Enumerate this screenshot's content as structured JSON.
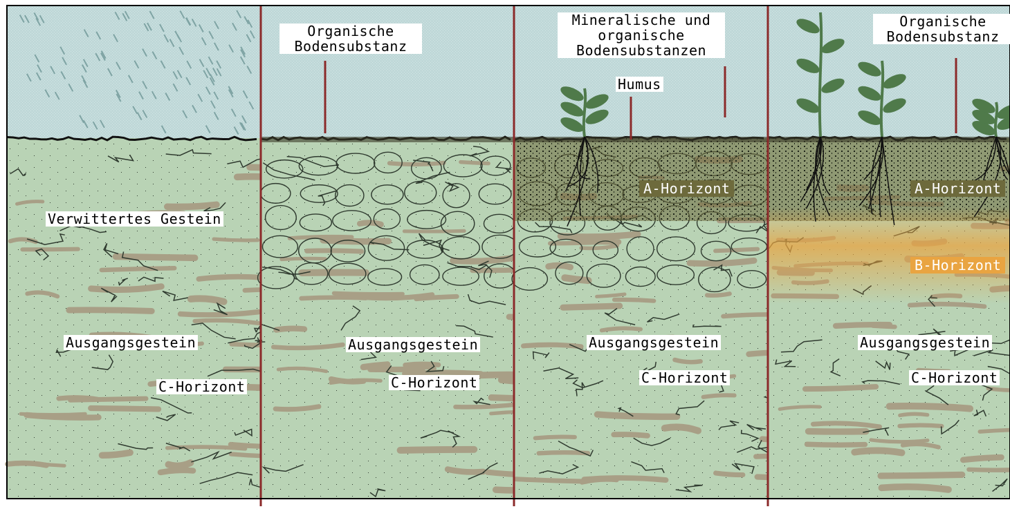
{
  "colors": {
    "sky": "#bfd8d8",
    "rock": "#b9d3b5",
    "rock_shadow": "#a89f86",
    "crack": "#2f3a2f",
    "divider": "#8b2a2a",
    "a_horizon": "#6d6a3c",
    "b_horizon": "#e9a441",
    "plant": "#4f7a4a",
    "topsoil_dark": "#3a3a28"
  },
  "panels": [
    {
      "labels": {
        "weathered": "Verwittertes Gestein",
        "parent": "Ausgangsgestein",
        "c": "C-Horizont"
      }
    },
    {
      "labels": {
        "organic": "Organische\nBodensubstanz",
        "parent": "Ausgangsgestein",
        "c": "C-Horizont"
      }
    },
    {
      "labels": {
        "mineral": "Mineralische und\norganische\nBodensubstanzen",
        "humus": "Humus",
        "a": "A-Horizont",
        "parent": "Ausgangsgestein",
        "c": "C-Horizont"
      }
    },
    {
      "labels": {
        "organic": "Organische\nBodensubstanz",
        "a": "A-Horizont",
        "b": "B-Horizont",
        "parent": "Ausgangsgestein",
        "c": "C-Horizont"
      }
    }
  ]
}
